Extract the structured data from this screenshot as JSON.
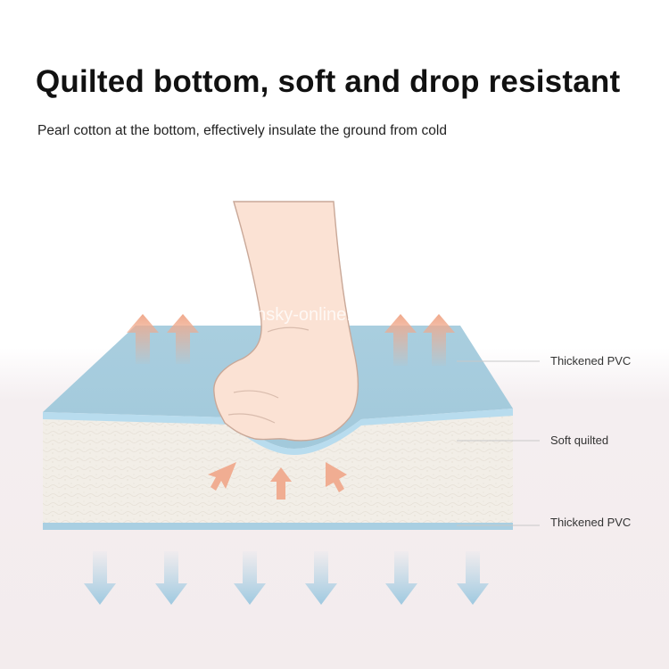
{
  "heading": {
    "title": "Quilted bottom, soft and drop resistant",
    "subtitle": "Pearl cotton at the bottom, effectively insulate the ground from cold"
  },
  "layers": {
    "top": "Thickened PVC",
    "middle": "Soft quilted",
    "bottom": "Thickened PVC"
  },
  "watermark": "sunsky-online.com",
  "colors": {
    "pvc_blue": "#a8cddd",
    "quilt_cream": "#f1ede6",
    "arrow_peach": "#f0ad92",
    "arrow_blue": "#a9cfe3",
    "hand_skin": "#fbe2d4"
  }
}
